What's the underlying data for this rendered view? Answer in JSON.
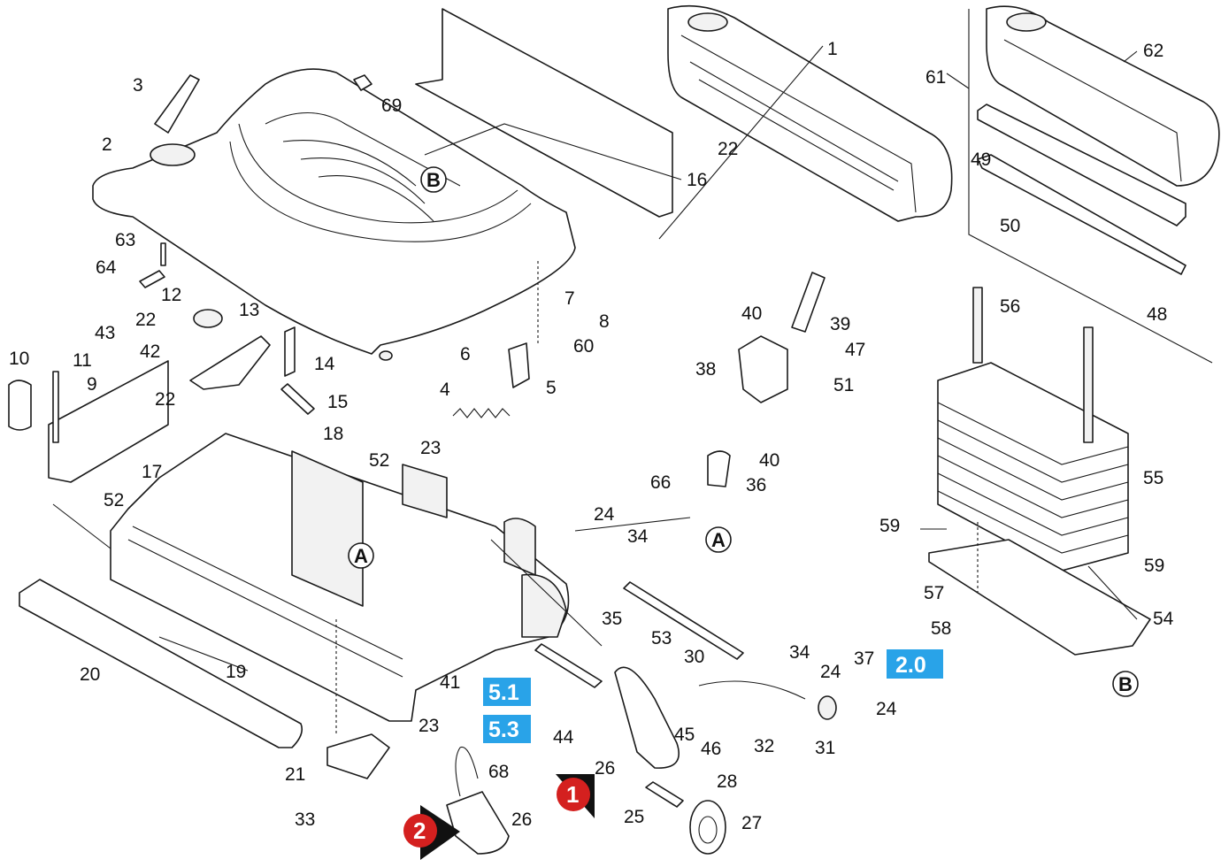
{
  "colors": {
    "background": "#ffffff",
    "ink": "#1a1a1a",
    "badge_blue": "#29a3e8",
    "marker_red": "#d4201f"
  },
  "part_labels": [
    "1",
    "2",
    "3",
    "4",
    "5",
    "6",
    "7",
    "8",
    "9",
    "10",
    "11",
    "12",
    "13",
    "14",
    "15",
    "16",
    "17",
    "18",
    "19",
    "20",
    "21",
    "22",
    "22",
    "22",
    "23",
    "23",
    "24",
    "24",
    "24",
    "25",
    "26",
    "26",
    "27",
    "28",
    "30",
    "31",
    "32",
    "33",
    "34",
    "34",
    "35",
    "36",
    "37",
    "38",
    "39",
    "40",
    "40",
    "41",
    "42",
    "43",
    "44",
    "45",
    "46",
    "47",
    "48",
    "49",
    "50",
    "51",
    "52",
    "52",
    "53",
    "54",
    "55",
    "56",
    "57",
    "58",
    "59",
    "59",
    "60",
    "61",
    "62",
    "63",
    "64",
    "66",
    "68",
    "69"
  ],
  "reference_badges": [
    "5.1",
    "5.3",
    "2.0"
  ],
  "connector_markers": [
    "A",
    "A",
    "B",
    "B"
  ],
  "step_markers": [
    "1",
    "2"
  ]
}
